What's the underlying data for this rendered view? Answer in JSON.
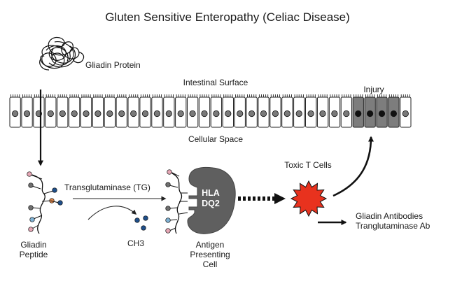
{
  "title": "Gluten Sensitive Enteropathy (Celiac Disease)",
  "labels": {
    "gliadin_protein": "Gliadin Protein",
    "intestinal_surface": "Intestinal Surface",
    "injury": "Injury",
    "cellular_space": "Cellular Space",
    "transglutaminase": "Transglutaminase (TG)",
    "toxic_t_cells": "Toxic T Cells",
    "hla_line1": "HLA",
    "hla_line2": "DQ2",
    "gliadin_peptide_line1": "Gliadin",
    "gliadin_peptide_line2": "Peptide",
    "ch3": "CH3",
    "apc_line1": "Antigen",
    "apc_line2": "Presenting",
    "apc_line3": "Cell",
    "antibodies_line1": "Gliadin Antibodies",
    "antibodies_line2": "Tranglutaminase Ab"
  },
  "cells": {
    "normal_count_left": 29,
    "injured_count": 4,
    "normal_count_right": 1
  },
  "colors": {
    "cell_fill": "#ffffff",
    "injured_cell_fill": "#7d7d7d",
    "nucleus": "#7a7a7a",
    "injured_nucleus": "#111111",
    "apc_fill": "#5f5f5f",
    "t_cell_fill": "#e8321e",
    "dot_blue": "#1f4f8a",
    "dot_orange": "#e2894d",
    "dot_pink": "#e6a7b5",
    "dot_lightblue": "#7fb1d3",
    "dot_gray": "#6f6f6f"
  }
}
